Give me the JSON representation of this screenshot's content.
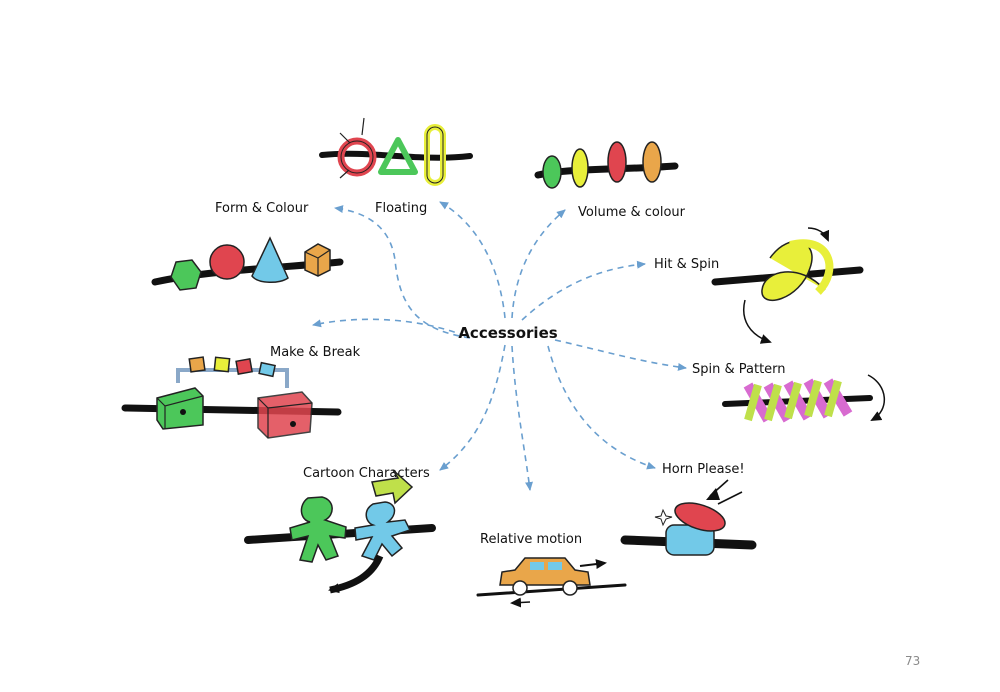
{
  "center": {
    "label": "Accessories"
  },
  "nodes": {
    "form_colour": "Form & Colour",
    "floating": "Floating",
    "volume_colour": "Volume & colour",
    "hit_spin": "Hit & Spin",
    "make_break": "Make & Break",
    "spin_pattern": "Spin & Pattern",
    "cartoon_characters": "Cartoon Characters",
    "horn_please": "Horn Please!",
    "relative_motion": "Relative motion"
  },
  "page_number": "73",
  "colors": {
    "connector": "#6a9fcf",
    "green": "#4cc75a",
    "red": "#e0454f",
    "yellow": "#e8ef3a",
    "orange": "#e9a64a",
    "cyan": "#72c9e8",
    "pink": "#d86bd0"
  }
}
